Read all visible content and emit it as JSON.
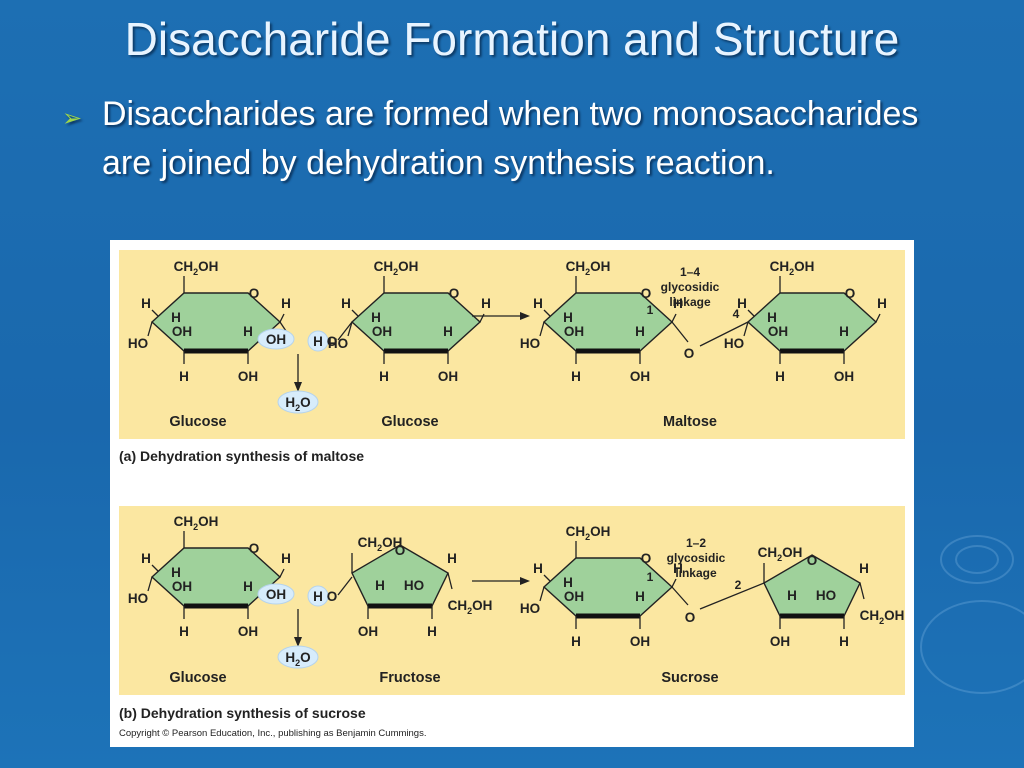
{
  "slide": {
    "title": "Disaccharide Formation and Structure",
    "bullet": "Disaccharides are formed when two monosaccharides are joined by dehydration synthesis reaction."
  },
  "figure": {
    "panel_a": {
      "caption": "(a) Dehydration synthesis of maltose",
      "labels": {
        "glucose1": "Glucose",
        "glucose2": "Glucose",
        "product": "Maltose"
      },
      "linkage": [
        "1–4",
        "glycosidic",
        "linkage"
      ],
      "positions": {
        "c1": "1",
        "c4": "4"
      }
    },
    "panel_b": {
      "caption": "(b) Dehydration synthesis of sucrose",
      "labels": {
        "glucose": "Glucose",
        "fructose": "Fructose",
        "product": "Sucrose"
      },
      "linkage": [
        "1–2",
        "glycosidic",
        "linkage"
      ],
      "positions": {
        "c1": "1",
        "c2": "2"
      }
    },
    "chem": {
      "ch2oh_main": "CH",
      "ch2oh_sub": "2",
      "ch2oh_tail": "OH",
      "h": "H",
      "o": "O",
      "oh": "OH",
      "ho": "HO",
      "water_main": "H",
      "water_sub": "2",
      "water_tail": "O"
    },
    "copyright": "Copyright © Pearson Education, Inc., publishing as Benjamin Cummings."
  },
  "colors": {
    "background": "#1d6fb3",
    "panel": "#fbe7a1",
    "ring": "#9fd19b",
    "bullet_mark": "#9fd64a"
  }
}
